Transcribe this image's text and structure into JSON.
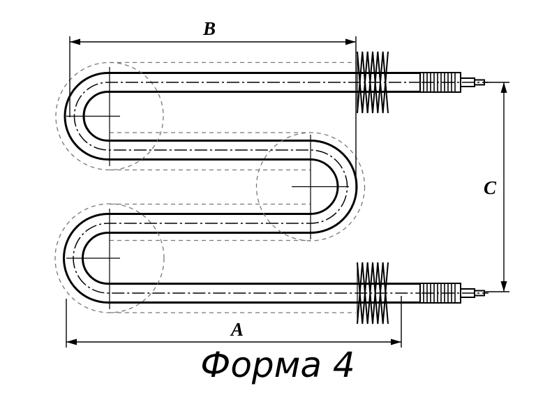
{
  "labels": {
    "dim_b": "B",
    "dim_a": "A",
    "dim_c": "C",
    "caption": "Форма 4"
  },
  "colors": {
    "ink": "#000000",
    "construction": "#777777",
    "background": "#ffffff"
  }
}
